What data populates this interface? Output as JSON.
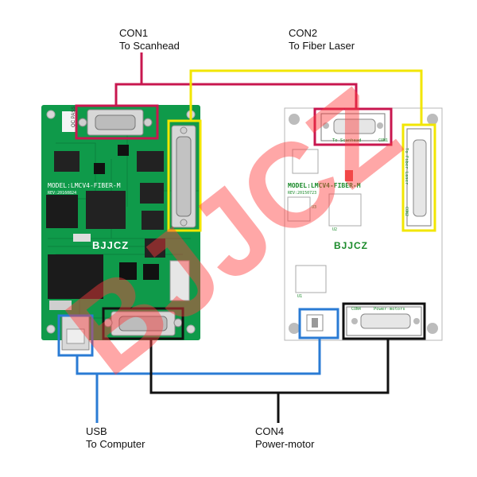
{
  "labels": {
    "con1": {
      "title": "CON1",
      "subtitle": "To Scanhead"
    },
    "con2": {
      "title": "CON2",
      "subtitle": "To Fiber Laser"
    },
    "usb": {
      "title": "USB",
      "subtitle": "To Computer"
    },
    "con4": {
      "title": "CON4",
      "subtitle": "Power-motor"
    }
  },
  "watermark": "BJJCZ",
  "left_board": {
    "model": "MODEL:LMCV4-FIBER-M",
    "rev": "REV:20160824",
    "brand": "BJJCZ",
    "qc_pass": "QC PASS"
  },
  "right_board": {
    "model": "MODEL:LMCV4-FIBER-M",
    "rev": "REV:20150723",
    "brand": "BJJCZ",
    "con1_silk": "To Scanhead",
    "con1_id": "CON1",
    "con2_silk": "To Fiber Laser",
    "con2_id": "CON2",
    "con4_id": "CON4",
    "con4_silk": "Power-motors",
    "u1": "U1",
    "u2": "U2",
    "u3": "U3"
  },
  "colors": {
    "con1_wire": "#c8174f",
    "con2_wire": "#f2e600",
    "usb_wire": "#2a7bd4",
    "con4_wire": "#111111",
    "pcb_green": "#0f9a4a",
    "watermark": "#ff3b3b"
  }
}
